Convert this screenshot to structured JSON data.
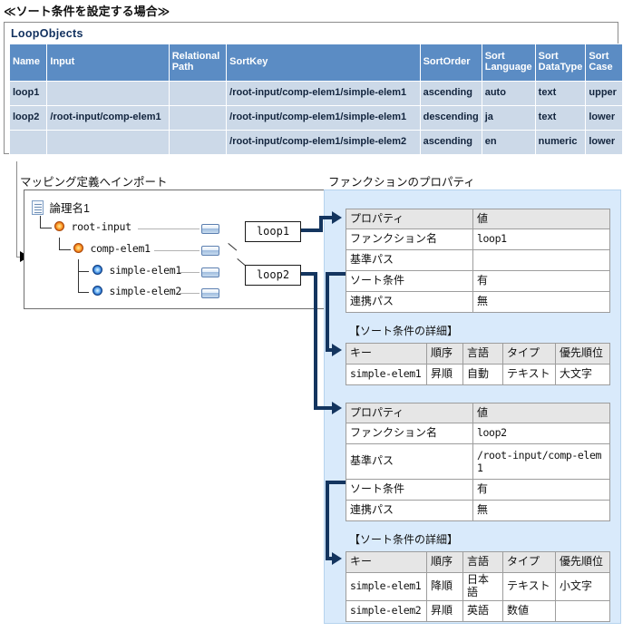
{
  "caption": "≪ソート条件を設定する場合≫",
  "loop_objects": {
    "title": "LoopObjects",
    "columns": [
      "Name",
      "Input",
      "Relational Path",
      "SortKey",
      "SortOrder",
      "Sort Language",
      "Sort DataType",
      "Sort Case"
    ],
    "columns_wrapped": [
      {
        "l1": "Name",
        "l2": ""
      },
      {
        "l1": "Input",
        "l2": ""
      },
      {
        "l1": "Relational",
        "l2": "Path"
      },
      {
        "l1": "SortKey",
        "l2": ""
      },
      {
        "l1": "SortOrder",
        "l2": ""
      },
      {
        "l1": "Sort",
        "l2": "Language"
      },
      {
        "l1": "Sort",
        "l2": "DataType"
      },
      {
        "l1": "Sort",
        "l2": "Case"
      }
    ],
    "rows": [
      {
        "name": "loop1",
        "input": "",
        "relational_path": "",
        "sort_key": "/root-input/comp-elem1/simple-elem1",
        "sort_order": "ascending",
        "sort_language": "auto",
        "sort_datatype": "text",
        "sort_case": "upper"
      },
      {
        "name": "loop2",
        "input": "/root-input/comp-elem1",
        "relational_path": "",
        "sort_key": "/root-input/comp-elem1/simple-elem1",
        "sort_order": "descending",
        "sort_language": "ja",
        "sort_datatype": "text",
        "sort_case": "lower"
      },
      {
        "name": "",
        "input": "",
        "relational_path": "",
        "sort_key": "/root-input/comp-elem1/simple-elem2",
        "sort_order": "ascending",
        "sort_language": "en",
        "sort_datatype": "numeric",
        "sort_case": "lower"
      }
    ]
  },
  "mapping": {
    "label": "マッピング定義へインポート",
    "root_label": "論理名1",
    "nodes": [
      {
        "label": "root-input",
        "type": "complex"
      },
      {
        "label": "comp-elem1",
        "type": "complex"
      },
      {
        "label": "simple-elem1",
        "type": "simple"
      },
      {
        "label": "simple-elem2",
        "type": "simple"
      }
    ],
    "loop_boxes": [
      {
        "label": "loop1"
      },
      {
        "label": "loop2"
      }
    ]
  },
  "function_props": {
    "label": "ファンクションのプロパティ",
    "detail_heading": "【ソート条件の詳細】",
    "prop_header": {
      "property": "プロパティ",
      "value": "値"
    },
    "detail_header": [
      "キー",
      "順序",
      "言語",
      "タイプ",
      "優先順位"
    ],
    "blocks": [
      {
        "rows": [
          {
            "label": "ファンクション名",
            "value": "loop1"
          },
          {
            "label": "基準パス",
            "value": ""
          },
          {
            "label": "ソート条件",
            "value": "有"
          },
          {
            "label": "連携パス",
            "value": "無"
          }
        ],
        "details": [
          {
            "key": "simple-elem1",
            "order": "昇順",
            "language": "自動",
            "type": "テキスト",
            "priority": "大文字"
          }
        ]
      },
      {
        "rows": [
          {
            "label": "ファンクション名",
            "value": "loop2"
          },
          {
            "label": "基準パス",
            "value": "/root-input/comp-elem1"
          },
          {
            "label": "ソート条件",
            "value": "有"
          },
          {
            "label": "連携パス",
            "value": "無"
          }
        ],
        "details": [
          {
            "key": "simple-elem1",
            "order": "降順",
            "language": "日本語",
            "type": "テキスト",
            "priority": "小文字"
          },
          {
            "key": "simple-elem2",
            "order": "昇順",
            "language": "英語",
            "type": "数値",
            "priority": ""
          }
        ]
      }
    ]
  },
  "colors": {
    "table_header_blue": "#5b8cc4",
    "table_row_blue": "#ccd9e8",
    "panel_blue": "#d9eafb",
    "connector_navy": "#14355f",
    "prop_header_gray": "#e6e6e6"
  }
}
